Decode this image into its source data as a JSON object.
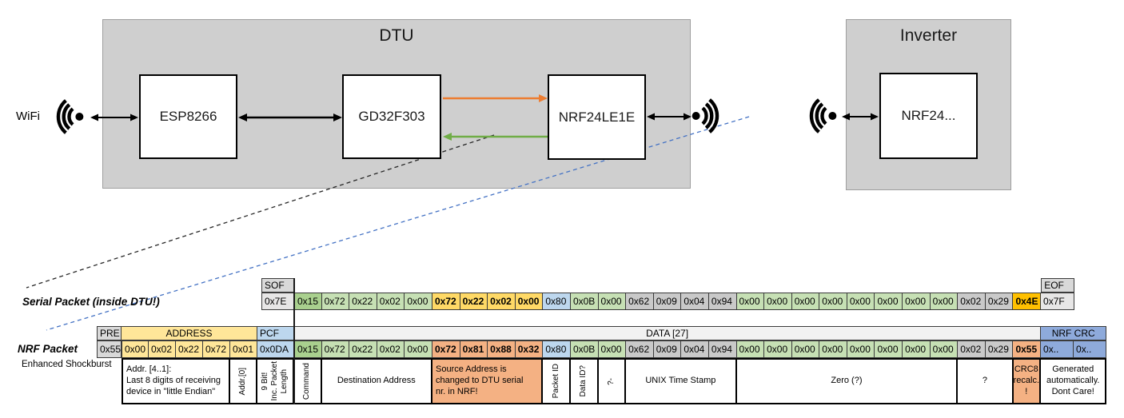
{
  "diagram": {
    "wifi_label": "WiFi",
    "dtu": {
      "title": "DTU",
      "components": {
        "esp": "ESP8266",
        "mcu": "GD32F303",
        "radio": "NRF24LE1E"
      }
    },
    "inverter": {
      "title": "Inverter",
      "component": "NRF24..."
    },
    "colors": {
      "orange_arrow": "#ED7D31",
      "green_arrow": "#70AD47",
      "blue_dashed_line": "#4472C4",
      "black_dashed_line": "#262626",
      "zone_fill": "#CFCFCF"
    }
  },
  "palette": {
    "green_dark": "#A9D08E",
    "green_light": "#C6E0B4",
    "gold": "#FFD966",
    "amber": "#FFC000",
    "salmon": "#F4B183",
    "blue_light": "#BDD7EE",
    "gray_data": "#C9C9C9",
    "gray_header": "#D9D9D9",
    "yellow_header": "#FFE699",
    "crc_blue": "#8EAADB",
    "data_header_fill": "#F2F2F2"
  },
  "serial_packet": {
    "label": "Serial Packet (inside DTU!)",
    "sof": {
      "header": "SOF",
      "value": "0x7E"
    },
    "eof": {
      "header": "EOF",
      "value": "0x7F"
    },
    "bytes": [
      {
        "v": "0x15",
        "c": "g1"
      },
      {
        "v": "0x72",
        "c": "g2"
      },
      {
        "v": "0x22",
        "c": "g2"
      },
      {
        "v": "0x02",
        "c": "g2"
      },
      {
        "v": "0x00",
        "c": "g2"
      },
      {
        "v": "0x72",
        "c": "y",
        "b": true
      },
      {
        "v": "0x22",
        "c": "y",
        "b": true
      },
      {
        "v": "0x02",
        "c": "y",
        "b": true
      },
      {
        "v": "0x00",
        "c": "y",
        "b": true
      },
      {
        "v": "0x80",
        "c": "b"
      },
      {
        "v": "0x0B",
        "c": "g2"
      },
      {
        "v": "0x00",
        "c": "g2"
      },
      {
        "v": "0x62",
        "c": "gr"
      },
      {
        "v": "0x09",
        "c": "gr"
      },
      {
        "v": "0x04",
        "c": "gr"
      },
      {
        "v": "0x94",
        "c": "gr"
      },
      {
        "v": "0x00",
        "c": "g2"
      },
      {
        "v": "0x00",
        "c": "g2"
      },
      {
        "v": "0x00",
        "c": "g2"
      },
      {
        "v": "0x00",
        "c": "g2"
      },
      {
        "v": "0x00",
        "c": "g2"
      },
      {
        "v": "0x00",
        "c": "g2"
      },
      {
        "v": "0x00",
        "c": "g2"
      },
      {
        "v": "0x00",
        "c": "g2"
      },
      {
        "v": "0x02",
        "c": "gr"
      },
      {
        "v": "0x29",
        "c": "gr"
      },
      {
        "v": "0x4E",
        "c": "a",
        "b": true
      }
    ]
  },
  "nrf_packet": {
    "label": "NRF Packet",
    "sublabel": "Enhanced Shockburst",
    "pre": {
      "header": "PRE",
      "value": "0x55"
    },
    "address": {
      "header": "ADDRESS",
      "values": [
        "0x00",
        "0x02",
        "0x22",
        "0x72",
        "0x01"
      ]
    },
    "pcf": {
      "header": "PCF",
      "value": "0x0DA"
    },
    "data_header": "DATA [27]",
    "crc": {
      "header": "NRF CRC",
      "values": [
        "0x..",
        "0x.."
      ]
    },
    "bytes": [
      {
        "v": "0x15",
        "c": "g1"
      },
      {
        "v": "0x72",
        "c": "g2"
      },
      {
        "v": "0x22",
        "c": "g2"
      },
      {
        "v": "0x02",
        "c": "g2"
      },
      {
        "v": "0x00",
        "c": "g2"
      },
      {
        "v": "0x72",
        "c": "o",
        "b": true
      },
      {
        "v": "0x81",
        "c": "o",
        "b": true
      },
      {
        "v": "0x88",
        "c": "o",
        "b": true
      },
      {
        "v": "0x32",
        "c": "o",
        "b": true
      },
      {
        "v": "0x80",
        "c": "b"
      },
      {
        "v": "0x0B",
        "c": "g2"
      },
      {
        "v": "0x00",
        "c": "g2"
      },
      {
        "v": "0x62",
        "c": "gr"
      },
      {
        "v": "0x09",
        "c": "gr"
      },
      {
        "v": "0x04",
        "c": "gr"
      },
      {
        "v": "0x94",
        "c": "gr"
      },
      {
        "v": "0x00",
        "c": "g2"
      },
      {
        "v": "0x00",
        "c": "g2"
      },
      {
        "v": "0x00",
        "c": "g2"
      },
      {
        "v": "0x00",
        "c": "g2"
      },
      {
        "v": "0x00",
        "c": "g2"
      },
      {
        "v": "0x00",
        "c": "g2"
      },
      {
        "v": "0x00",
        "c": "g2"
      },
      {
        "v": "0x00",
        "c": "g2"
      },
      {
        "v": "0x02",
        "c": "gr"
      },
      {
        "v": "0x29",
        "c": "gr"
      },
      {
        "v": "0x55",
        "c": "o",
        "b": true
      }
    ]
  },
  "annotations": [
    {
      "text": "Addr. [4..1]:\nLast 8 digits of receiving\ndevice in \"little Endian\""
    },
    {
      "text": "Addr.[0]"
    },
    {
      "text": "9 Bit!\nInc. Packet\nLength"
    },
    {
      "text": "Command"
    },
    {
      "text": "Destination Address"
    },
    {
      "text": "Source Address is\nchanged to DTU serial\nnr. in NRF!"
    },
    {
      "text": "Packet ID"
    },
    {
      "text": "Data ID?"
    },
    {
      "text": "?-"
    },
    {
      "text": "UNIX Time Stamp"
    },
    {
      "text": "Zero (?)"
    },
    {
      "text": "?"
    },
    {
      "text": "CRC8 recalc.\n!"
    },
    {
      "text": "Generated\nautomatically.\nDont Care!"
    }
  ]
}
